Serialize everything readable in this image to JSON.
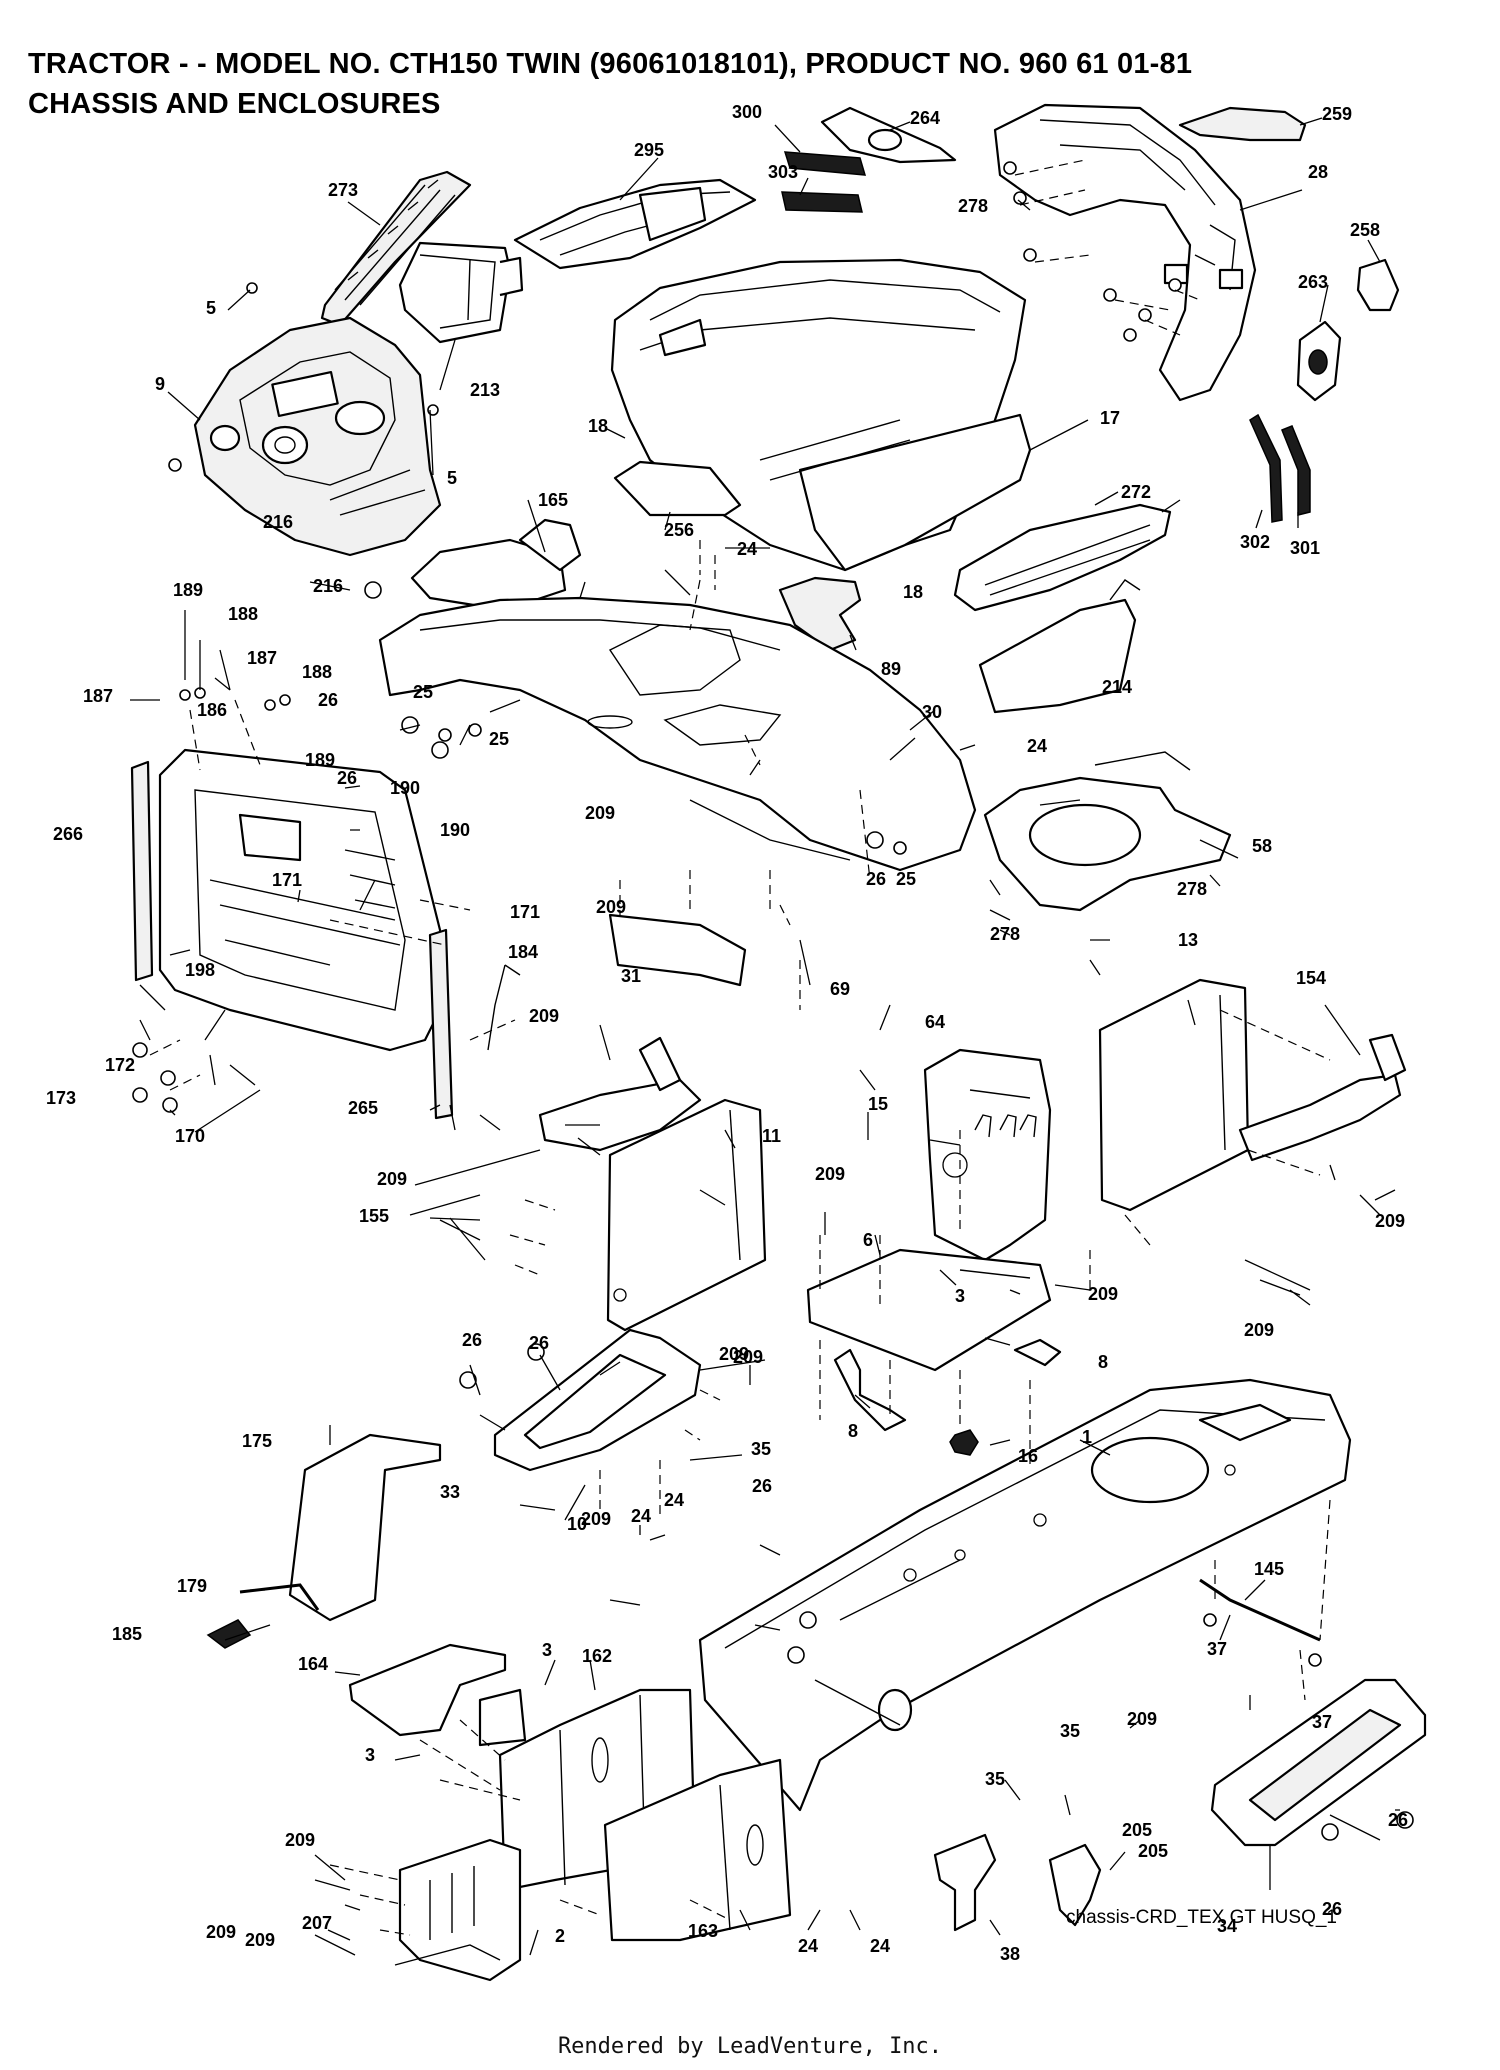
{
  "title_line1": "TRACTOR - - MODEL NO. CTH150 TWIN   (96061018101), PRODUCT NO. 960 61 01-81",
  "title_line2": "CHASSIS AND ENCLOSURES",
  "diagram_id": "chassis-CRD_TEX GT HUSQ_1",
  "footer": "Rendered by LeadVenture, Inc.",
  "part_labels": [
    "300",
    "264",
    "259",
    "295",
    "303",
    "278",
    "28",
    "273",
    "258",
    "263",
    "5",
    "213",
    "9",
    "18",
    "17",
    "5",
    "272",
    "165",
    "216",
    "256",
    "24",
    "302",
    "301",
    "216",
    "18",
    "89",
    "189",
    "188",
    "187",
    "187",
    "188",
    "186",
    "26",
    "25",
    "25",
    "26",
    "189",
    "190",
    "30",
    "214",
    "24",
    "266",
    "190",
    "171",
    "58",
    "171",
    "209",
    "26",
    "25",
    "278",
    "184",
    "209",
    "278",
    "31",
    "69",
    "13",
    "198",
    "209",
    "64",
    "154",
    "172",
    "173",
    "15",
    "170",
    "265",
    "11",
    "209",
    "155",
    "209",
    "209",
    "209",
    "6",
    "3",
    "209",
    "209",
    "26",
    "26",
    "209",
    "8",
    "175",
    "35",
    "8",
    "16",
    "1",
    "33",
    "10",
    "24",
    "24",
    "26",
    "209",
    "179",
    "145",
    "185",
    "37",
    "164",
    "3",
    "162",
    "209",
    "37",
    "3",
    "35",
    "35",
    "209",
    "205",
    "26",
    "205",
    "207",
    "209",
    "24",
    "24",
    "163",
    "2",
    "26",
    "34",
    "209",
    "38"
  ]
}
